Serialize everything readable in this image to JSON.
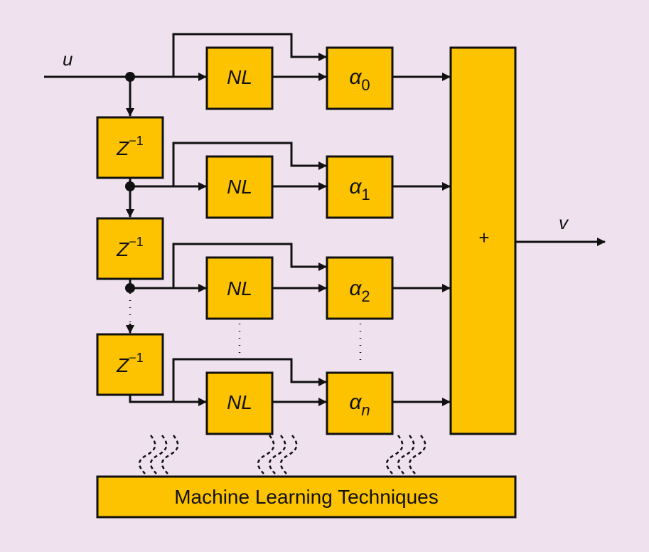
{
  "colors": {
    "background": "#efe2ee",
    "block_fill": "#fdc300",
    "line": "#111111"
  },
  "labels": {
    "input": "u",
    "output": "v",
    "sum": "+"
  },
  "delay_blocks": [
    {
      "base": "Z",
      "sup": "−1"
    },
    {
      "base": "Z",
      "sup": "−1"
    },
    {
      "base": "Z",
      "sup": "−1"
    }
  ],
  "branches": [
    {
      "nl": "NL",
      "coef": "α",
      "sub": "0"
    },
    {
      "nl": "NL",
      "coef": "α",
      "sub": "1"
    },
    {
      "nl": "NL",
      "coef": "α",
      "sub": "2"
    },
    {
      "nl": "NL",
      "coef": "α",
      "sub": "n"
    }
  ],
  "ml_block": {
    "label": "Machine Learning Techniques"
  }
}
